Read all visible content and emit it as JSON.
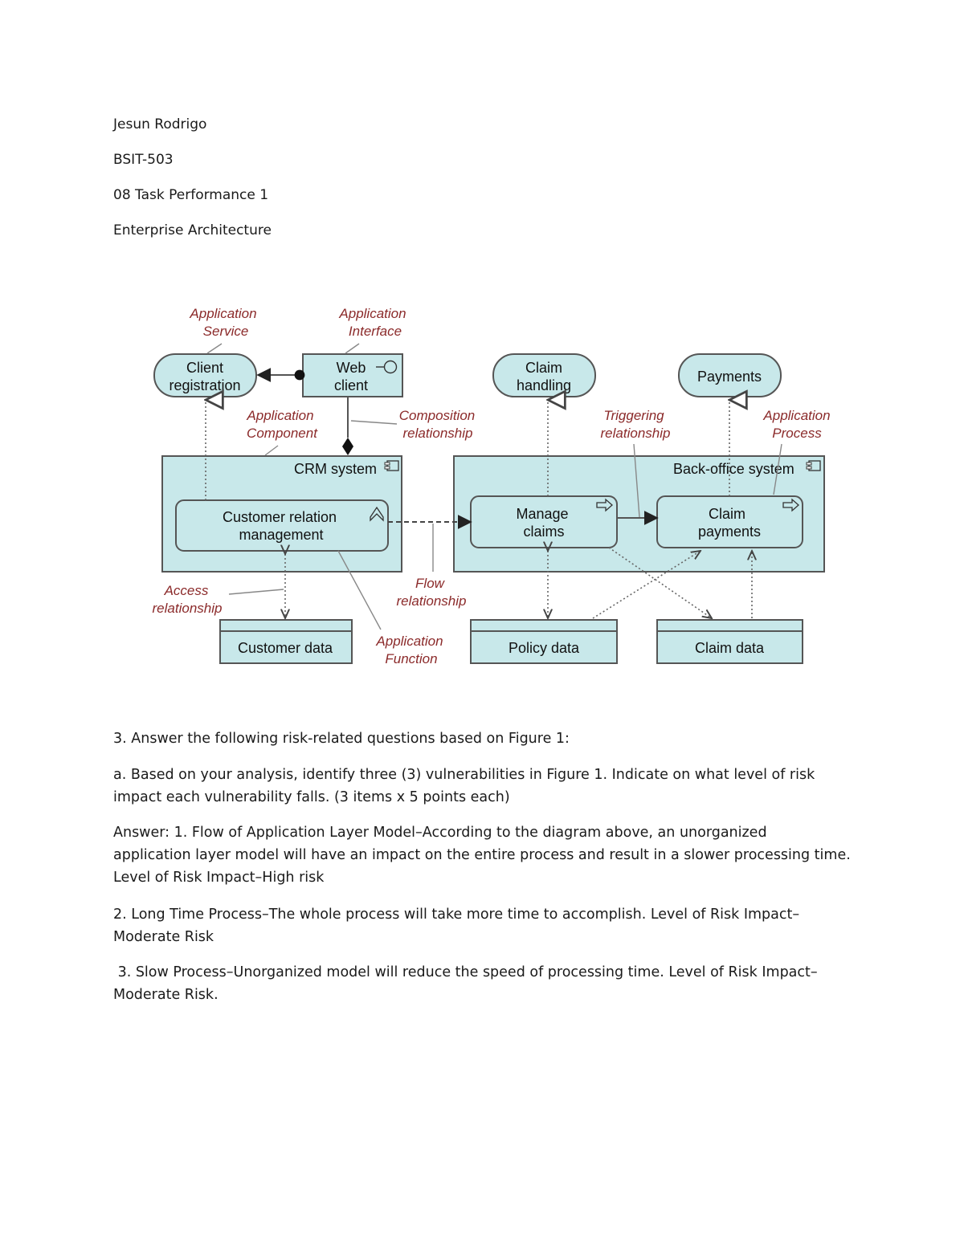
{
  "header": {
    "name": "Jesun Rodrigo",
    "section": "BSIT-503",
    "task": "08 Task Performance 1",
    "subject": "Enterprise Architecture"
  },
  "diagram": {
    "labels": {
      "app_service_1": "Application",
      "app_service_2": "Service",
      "app_interface_1": "Application",
      "app_interface_2": "Interface",
      "app_component_1": "Application",
      "app_component_2": "Component",
      "composition_1": "Composition",
      "composition_2": "relationship",
      "triggering_1": "Triggering",
      "triggering_2": "relationship",
      "app_process_1": "Application",
      "app_process_2": "Process",
      "access_1": "Access",
      "access_2": "relationship",
      "flow_1": "Flow",
      "flow_2": "relationship",
      "app_function_1": "Application",
      "app_function_2": "Function"
    },
    "elements": {
      "client_reg_1": "Client",
      "client_reg_2": "registration",
      "web_client_1": "Web",
      "web_client_2": "client",
      "claim_handling_1": "Claim",
      "claim_handling_2": "handling",
      "payments": "Payments",
      "crm_system": "CRM system",
      "backoffice_system": "Back-office system",
      "crm_1": "Customer relation",
      "crm_2": "management",
      "manage_claims_1": "Manage",
      "manage_claims_2": "claims",
      "claim_payments_1": "Claim",
      "claim_payments_2": "payments",
      "customer_data": "Customer data",
      "policy_data": "Policy data",
      "claim_data": "Claim data"
    }
  },
  "content": {
    "q3": "3. Answer the following risk-related questions based on Figure 1:",
    "qa_1": "a. Based on your analysis, identify three (3) vulnerabilities in Figure 1. Indicate on what level of risk",
    "qa_2": "impact each vulnerability falls. (3 items x 5 points each)",
    "ans1_1": "Answer: 1. Flow of Application Layer Model–According to the diagram above, an unorganized",
    "ans1_2": "application layer model will have an impact on the entire process and result in a slower processing time.",
    "ans1_3": "Level of Risk Impact–High risk",
    "ans2_1": "2. Long Time Process–The whole process will take more time to accomplish. Level of Risk Impact–",
    "ans2_2": "Moderate Risk",
    "ans3_1": " 3. Slow Process–Unorganized model will reduce the speed of processing time. Level of Risk Impact–",
    "ans3_2": "Moderate Risk."
  }
}
